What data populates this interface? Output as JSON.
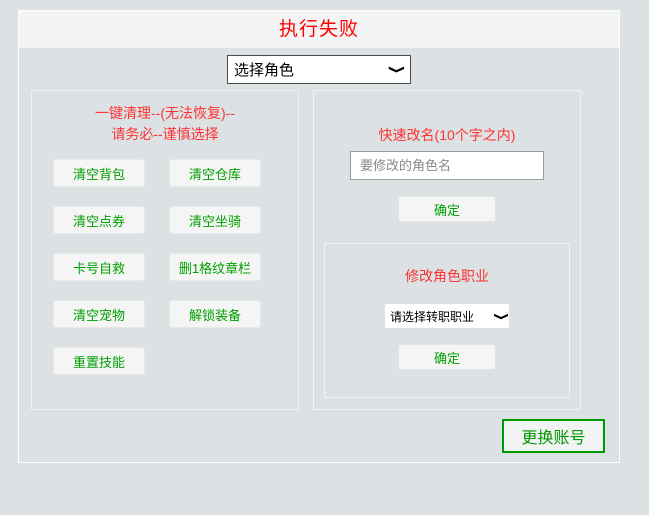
{
  "header": {
    "title": "执行失败",
    "title_color": "#ff0000"
  },
  "role_select": {
    "value": "选择角色",
    "chevron": "chevron-down-icon",
    "chevron_glyph": "⌄"
  },
  "left_panel": {
    "title_line1": "一键清理--(无法恢复)--",
    "title_line2": "请务必--谨慎选择",
    "title_color": "#ff3333",
    "button_color": "#00a000",
    "buttons": [
      {
        "label": "清空背包",
        "name": "clear-backpack-button"
      },
      {
        "label": "清空仓库",
        "name": "clear-warehouse-button"
      },
      {
        "label": "清空点券",
        "name": "clear-points-button"
      },
      {
        "label": "清空坐骑",
        "name": "clear-mount-button"
      },
      {
        "label": "卡号自救",
        "name": "account-selfrescue-button"
      },
      {
        "label": "删1格纹章栏",
        "name": "delete-emblem-slot-button"
      },
      {
        "label": "清空宠物",
        "name": "clear-pet-button"
      },
      {
        "label": "解锁装备",
        "name": "unlock-equipment-button"
      },
      {
        "label": "重置技能",
        "name": "reset-skill-button"
      }
    ]
  },
  "rename": {
    "title": "快速改名(10个字之内)",
    "title_color": "#ff3333",
    "input_value": "",
    "input_placeholder": "要修改的角色名",
    "confirm_label": "确定"
  },
  "job_change": {
    "title": "修改角色职业",
    "title_color": "#ff3333",
    "select_value": "请选择转职职业",
    "chevron_glyph": "⌄",
    "confirm_label": "确定"
  },
  "footer": {
    "switch_account_label": "更换账号",
    "switch_account_color": "#009900"
  }
}
